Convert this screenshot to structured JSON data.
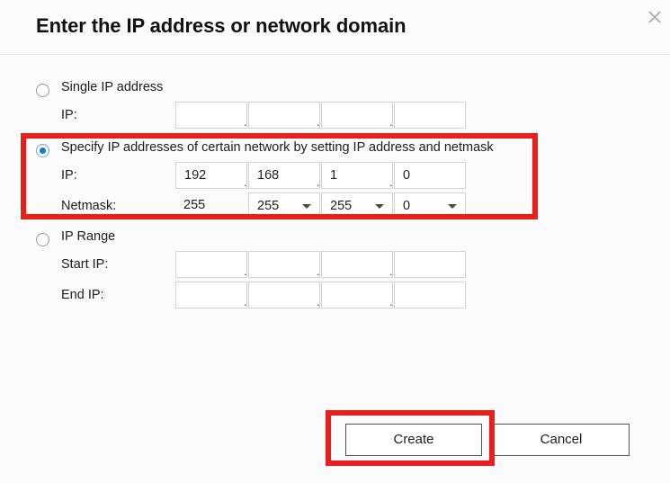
{
  "dialog": {
    "title": "Enter the IP address or network domain",
    "close_icon": "close-icon"
  },
  "options": [
    {
      "id": "single-ip",
      "label": "Single IP address",
      "selected": false,
      "rows": [
        {
          "label": "IP:",
          "type": "input",
          "octets": [
            "",
            "",
            "",
            ""
          ]
        }
      ]
    },
    {
      "id": "network-netmask",
      "label": "Specify IP addresses of certain network by setting IP address and netmask",
      "selected": true,
      "rows": [
        {
          "label": "IP:",
          "type": "input",
          "octets": [
            "192",
            "168",
            "1",
            "0"
          ]
        },
        {
          "label": "Netmask:",
          "type": "select",
          "octets": [
            "255",
            "255",
            "255",
            "0"
          ]
        }
      ]
    },
    {
      "id": "ip-range",
      "label": "IP Range",
      "selected": false,
      "rows": [
        {
          "label": "Start IP:",
          "type": "input",
          "octets": [
            "",
            "",
            "",
            ""
          ]
        },
        {
          "label": "End IP:",
          "type": "input",
          "octets": [
            "",
            "",
            "",
            ""
          ]
        }
      ]
    }
  ],
  "separator": ".",
  "footer": {
    "create_label": "Create",
    "cancel_label": "Cancel"
  },
  "annotations": {
    "highlight_color": "#e8201c",
    "network_section": "Specify IP addresses of certain network by setting IP address and netmask",
    "create_button": "Create"
  }
}
